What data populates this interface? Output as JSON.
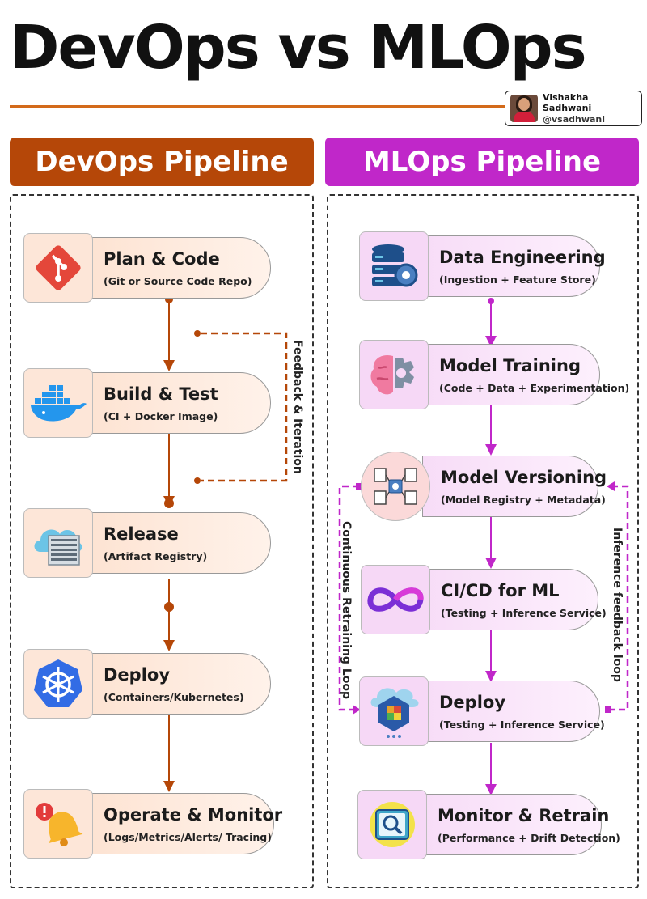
{
  "title": "DevOps vs MLOps",
  "author": {
    "name": "Vishakha Sadhwani",
    "handle": "@vsadhwani"
  },
  "colors": {
    "devops": "#b54708",
    "mlops": "#c027c9",
    "accent": "#d36a1a"
  },
  "devops": {
    "header": "DevOps Pipeline",
    "stages": [
      {
        "title": "Plan & Code",
        "subtitle": "(Git or Source Code Repo)",
        "icon": "git-icon"
      },
      {
        "title": "Build & Test",
        "subtitle": "(CI + Docker Image)",
        "icon": "docker-whale-icon"
      },
      {
        "title": "Release",
        "subtitle": "(Artifact Registry)",
        "icon": "cloud-server-icon"
      },
      {
        "title": "Deploy",
        "subtitle": "(Containers/Kubernetes)",
        "icon": "kubernetes-icon"
      },
      {
        "title": "Operate & Monitor",
        "subtitle": "(Logs/Metrics/Alerts/ Tracing)",
        "icon": "alert-bell-icon"
      }
    ],
    "loop_label": "Feedback & Iteration"
  },
  "mlops": {
    "header": "MLOps Pipeline",
    "stages": [
      {
        "title": "Data Engineering",
        "subtitle": "(Ingestion + Feature Store)",
        "icon": "database-gear-icon"
      },
      {
        "title": "Model Training",
        "subtitle": "(Code + Data + Experimentation)",
        "icon": "brain-gear-icon"
      },
      {
        "title": "Model Versioning",
        "subtitle": "(Model Registry + Metadata)",
        "icon": "registry-network-icon"
      },
      {
        "title": "CI/CD for ML",
        "subtitle": "(Testing + Inference Service)",
        "icon": "infinity-icon"
      },
      {
        "title": "Deploy",
        "subtitle": "(Testing + Inference Service)",
        "icon": "cloud-cubes-icon"
      },
      {
        "title": "Monitor & Retrain",
        "subtitle": "(Performance + Drift Detection)",
        "icon": "monitor-search-icon"
      }
    ],
    "left_loop_label": "Continuous Retraining Loop",
    "right_loop_label": "Inference feedback loop"
  }
}
